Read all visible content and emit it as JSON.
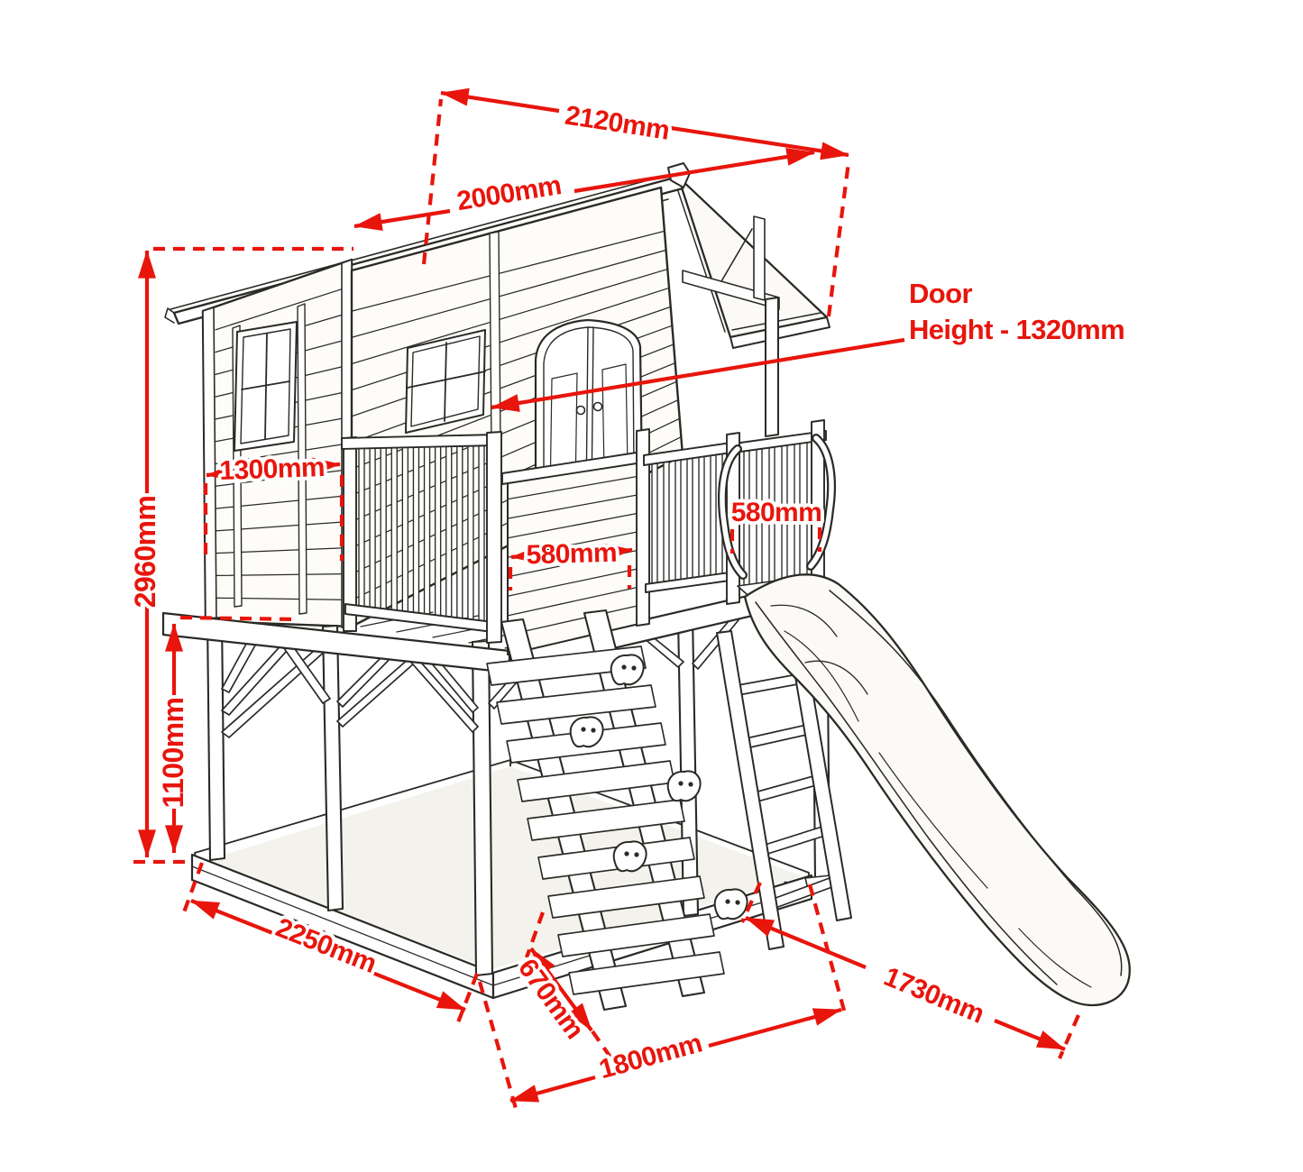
{
  "diagram": {
    "accent_color": "#e8150c",
    "ink_color": "#2b2a26",
    "labels": {
      "roof_overall": "2120mm",
      "roof_length": "2000mm",
      "overall_height": "2960mm",
      "platform_height": "1100mm",
      "side_wall_width": "1300mm",
      "panel_width": "580mm",
      "slide_gate_width": "580mm",
      "base_depth": "2250mm",
      "ramp_width": "670mm",
      "base_width": "1800mm",
      "slide_length": "1730mm",
      "door_note_line1": "Door",
      "door_note_line2": "Height - 1320mm"
    }
  }
}
